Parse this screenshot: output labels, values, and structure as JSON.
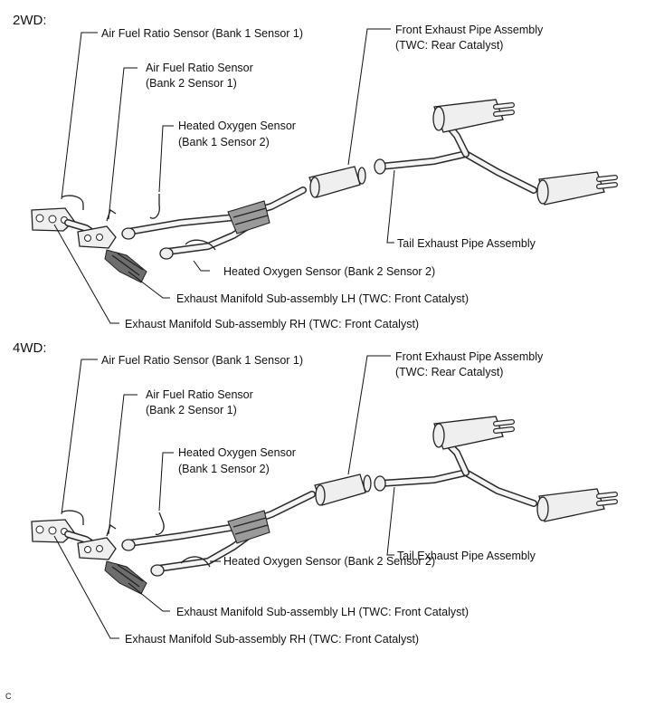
{
  "sections": [
    {
      "heading": "2WD:",
      "labels": {
        "af_b1s1": "Air Fuel Ratio Sensor (Bank 1 Sensor 1)",
        "af_b2s1_l1": "Air Fuel Ratio Sensor",
        "af_b2s1_l2": "(Bank 2 Sensor 1)",
        "ho_b1s2_l1": "Heated Oxygen Sensor",
        "ho_b1s2_l2": "(Bank 1 Sensor 2)",
        "front_pipe_l1": "Front Exhaust Pipe Assembly",
        "front_pipe_l2": "(TWC: Rear Catalyst)",
        "tail_pipe": "Tail Exhaust Pipe Assembly",
        "ho_b2s2": "Heated Oxygen Sensor (Bank 2 Sensor 2)",
        "manifold_lh": "Exhaust Manifold Sub-assembly LH (TWC: Front Catalyst)",
        "manifold_rh": "Exhaust Manifold Sub-assembly RH (TWC: Front Catalyst)"
      }
    },
    {
      "heading": "4WD:",
      "labels": {
        "af_b1s1": "Air Fuel Ratio Sensor (Bank 1 Sensor 1)",
        "af_b2s1_l1": "Air Fuel Ratio Sensor",
        "af_b2s1_l2": "(Bank 2 Sensor 1)",
        "ho_b1s2_l1": "Heated Oxygen Sensor",
        "ho_b1s2_l2": "(Bank 1 Sensor 2)",
        "front_pipe_l1": "Front Exhaust Pipe Assembly",
        "front_pipe_l2": "(TWC: Rear Catalyst)",
        "tail_pipe": "Tail Exhaust Pipe Assembly",
        "ho_b2s2": "Heated Oxygen Sensor (Bank 2 Sensor 2)",
        "manifold_lh": "Exhaust Manifold Sub-assembly LH (TWC: Front Catalyst)",
        "manifold_rh": "Exhaust Manifold Sub-assembly RH (TWC: Front Catalyst)"
      }
    }
  ],
  "footer_code": "C"
}
